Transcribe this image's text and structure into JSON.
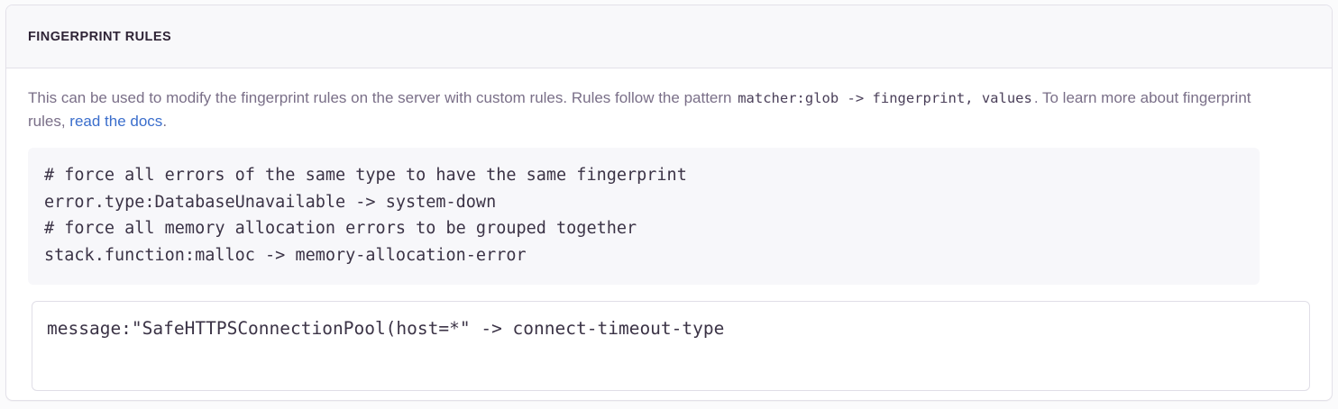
{
  "panel": {
    "title": "FINGERPRINT RULES",
    "description": {
      "text_before_code": "This can be used to modify the fingerprint rules on the server with custom rules. Rules follow the pattern ",
      "inline_code": "matcher:glob -> fingerprint, values",
      "text_after_code": ". To learn more about fingerprint rules, ",
      "link_label": "read the docs",
      "text_after_link": "."
    },
    "example_code": "# force all errors of the same type to have the same fingerprint\nerror.type:DatabaseUnavailable -> system-down\n# force all memory allocation errors to be grouped together\nstack.function:malloc -> memory-allocation-error",
    "rules_input": {
      "value": "message:\"SafeHTTPSConnectionPool(host=*\" -> connect-timeout-type",
      "placeholder": ""
    }
  },
  "colors": {
    "panel_background": "#ffffff",
    "header_background": "#f8f8fa",
    "border": "#e3e1e9",
    "title_text": "#2f2436",
    "body_text": "#7a6f88",
    "code_text": "#3b3346",
    "code_background": "#f7f7fa",
    "link": "#3b6ecc"
  }
}
